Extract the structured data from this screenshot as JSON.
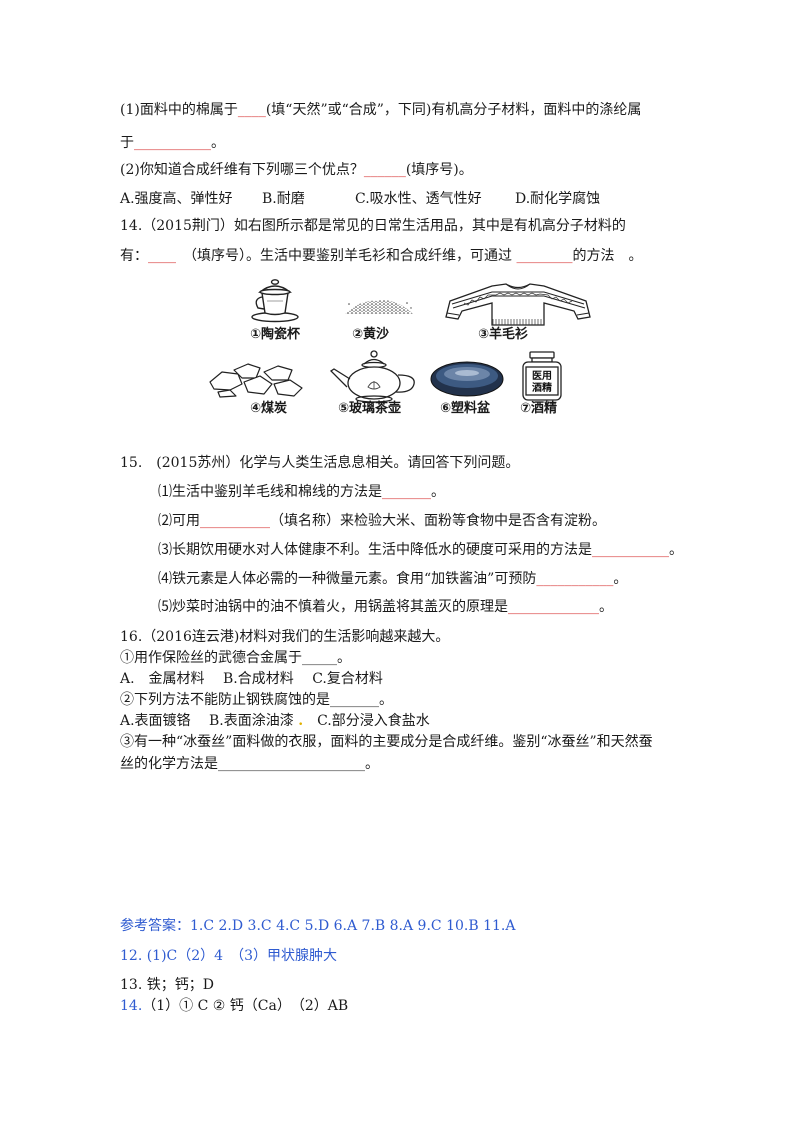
{
  "colors": {
    "text": "#1a1a1a",
    "blank_red": "#d21f1f",
    "answer_blue": "#2f5bd0",
    "dot_yellow": "#e0b000"
  },
  "q13_cont": {
    "part1": {
      "text_a": "(1)面料中的棉属于",
      "blank_a": "____",
      "text_b": "(填“天然”或“合成”，下同)有机高分子材料，面料中的涤纶属",
      "text_c": "于",
      "blank_b": "___________",
      "text_d": "。"
    },
    "part2": {
      "text_a": "(2)你知道合成纤维有下列哪三个优点？",
      "blank": "______",
      "text_b": "(填序号)。",
      "options": [
        "A.强度高、弹性好",
        "B.耐磨",
        "C.吸水性、透气性好",
        "D.耐化学腐蚀"
      ]
    }
  },
  "q14": {
    "stem_a": "14.（2015荆门）如右图所示都是常见的日常生活用品，其中是有机高分子材料的",
    "stem_b": "有：",
    "blank_a": "____",
    "stem_c": "　（填序号）。生活中要鉴别羊毛衫和合成纤维，可通过 ",
    "blank_b": "________",
    "stem_d": "的方法　。",
    "figure": {
      "items": [
        {
          "label": "①陶瓷杯",
          "icon": "ceramic-cup-icon"
        },
        {
          "label": "②黄沙",
          "icon": "sand-icon"
        },
        {
          "label": "③羊毛衫",
          "icon": "sweater-icon"
        },
        {
          "label": "④煤炭",
          "icon": "coal-icon"
        },
        {
          "label": "⑤玻璃茶壶",
          "icon": "glass-teapot-icon"
        },
        {
          "label": "⑥塑料盆",
          "icon": "plastic-basin-icon"
        },
        {
          "label": "⑦酒精",
          "icon": "alcohol-bottle-icon"
        }
      ],
      "bottle_label": [
        "医用",
        "酒精"
      ]
    }
  },
  "q15": {
    "stem": "15.　(2015苏州）化学与人类生活息息相关。请回答下列问题。",
    "parts": [
      {
        "text_a": "⑴生活中鉴别羊毛线和棉线的方法是",
        "blank": "_______",
        "text_b": "。"
      },
      {
        "text_a": "⑵可用",
        "blank": "__________",
        "text_b": "（填名称）来检验大米、面粉等食物中是否含有淀粉。"
      },
      {
        "text_a": "⑶长期饮用硬水对人体健康不利。生活中降低水的硬度可采用的方法是",
        "blank": "___________",
        "text_b": "。"
      },
      {
        "text_a": "⑷铁元素是人体必需的一种微量元素。食用“加铁酱油”可预防",
        "blank": "___________",
        "text_b": "。"
      },
      {
        "text_a": "⑸炒菜时油锅中的油不慎着火，用锅盖将其盖灭的原理是",
        "blank": "_____________",
        "text_b": "。"
      }
    ]
  },
  "q16": {
    "stem": "16.（2016连云港)材料对我们的生活影响越来越大。",
    "p1": "①用作保险丝的武德合金属于_____。",
    "p1_options": "A.　金属材料　 B.合成材料　 C.复合材料",
    "p2": "②下列方法不能防止钢铁腐蚀的是_______。",
    "p2_options_a": "A.表面镀铬　 B.表面涂油漆 ",
    "p2_dot": ".",
    "p2_options_b": "　C.部分浸入食盐水",
    "p3_line1": "③有一种“冰蚕丝”面料做的衣服，面料的主要成分是合成纤维。鉴别“冰蚕丝”和天然蚕",
    "p3_line2": "丝的化学方法是_____________________。"
  },
  "answers": {
    "line1": "参考答案：1.C 2.D 3.C 4.C 5.D 6.A 7.B 8.A 9.C 10.B 11.A",
    "line2": "12. (1)C（2）4　（3）甲状腺肿大",
    "line3": "13. 铁；钙；D",
    "line4_num": "14.",
    "line4_text": "（1）① C ② 钙（Ca）　（2）AB"
  }
}
